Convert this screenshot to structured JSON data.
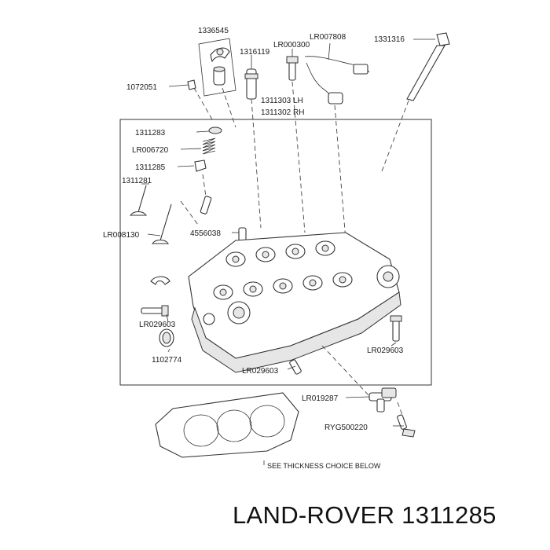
{
  "labels": {
    "p1336545": "1336545",
    "p1316119": "1316119",
    "pLR000300": "LR000300",
    "pLR007808": "LR007808",
    "p1331316": "1331316",
    "p1072051": "1072051",
    "p1311303": "1311303 LH",
    "p1311302": "1311302 RH",
    "p1311283": "1311283",
    "pLR006720": "LR006720",
    "p1311285": "1311285",
    "p1311281": "1311281",
    "pLR008130": "LR008130",
    "p4556038": "4556038",
    "pLR029603a": "LR029603",
    "pLR029603b": "LR029603",
    "pLR029603c": "LR029603",
    "p1102774": "1102774",
    "pLR019287": "LR019287",
    "pRYG500220": "RYG500220",
    "gasket_note": "SEE THICKNESS CHOICE  BELOW"
  },
  "caption": "LAND-ROVER 1311285"
}
